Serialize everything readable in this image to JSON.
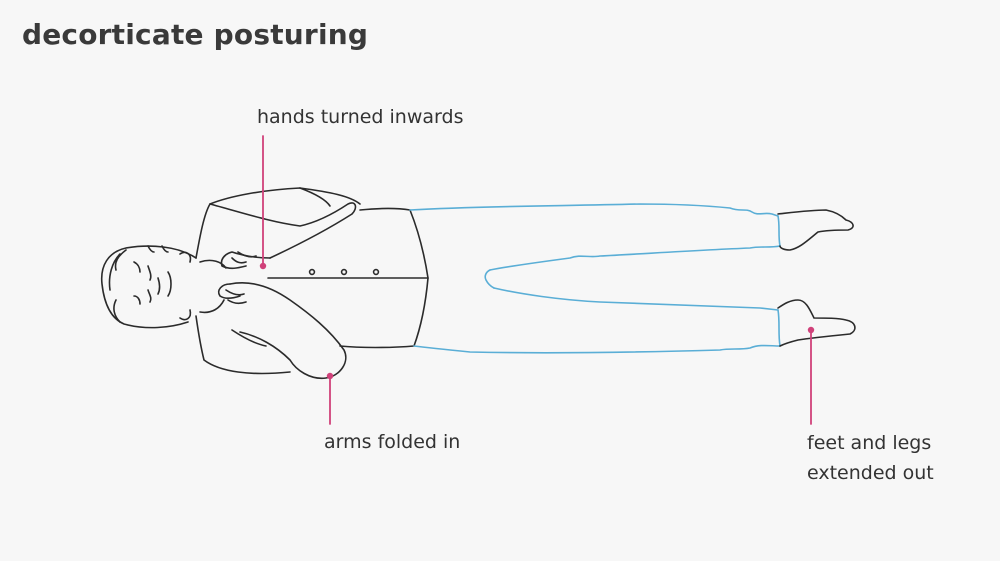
{
  "title": "decorticate posturing",
  "labels": {
    "hands": "hands turned inwards",
    "arms": "arms folded in",
    "feet_line1": "feet and legs",
    "feet_line2": "extended out"
  },
  "colors": {
    "background": "#f7f7f7",
    "outline": "#2b2b2b",
    "legs": "#5aaed6",
    "callout": "#d0417a",
    "text": "#333333"
  }
}
